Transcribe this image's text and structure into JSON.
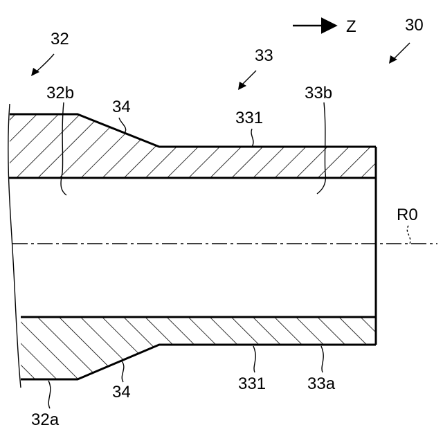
{
  "figure": {
    "labels": {
      "ref_32": "32",
      "ref_33": "33",
      "ref_30": "30",
      "ref_32b": "32b",
      "ref_34_top": "34",
      "ref_331_top": "331",
      "ref_33b": "33b",
      "ref_R0": "R0",
      "ref_34_bottom": "34",
      "ref_331_bottom": "331",
      "ref_33a": "33a",
      "ref_32a": "32a",
      "direction_Z": "Z"
    }
  }
}
